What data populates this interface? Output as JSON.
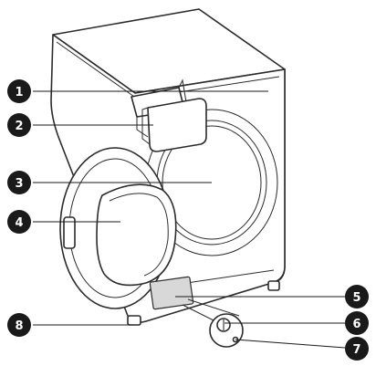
{
  "callouts": [
    {
      "number": "1",
      "part_icon": "detergent-drawer-icon"
    },
    {
      "number": "2",
      "part_icon": "control-panel-icon"
    },
    {
      "number": "3",
      "part_icon": "drum-icon"
    },
    {
      "number": "4",
      "part_icon": "door-icon"
    },
    {
      "number": "5",
      "part_icon": "cover-cap-icon"
    },
    {
      "number": "6",
      "part_icon": "drain-pump-filter-icon"
    },
    {
      "number": "7",
      "part_icon": "drain-tube-icon"
    },
    {
      "number": "8",
      "part_icon": "adjustable-feet-icon"
    }
  ],
  "colors": {
    "badge": "#1a1a1a",
    "panel_shade": "#d8d8d8",
    "line": "#2b2b2b"
  }
}
